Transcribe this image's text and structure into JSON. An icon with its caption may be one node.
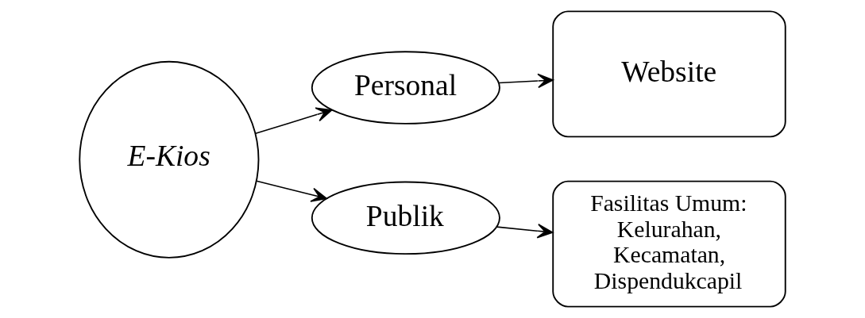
{
  "diagram": {
    "nodes": [
      {
        "text": [
          "E-Kios"
        ]
      },
      {
        "text": [
          "Personal"
        ]
      },
      {
        "text": [
          "Publik"
        ]
      },
      {
        "text": [
          "Website"
        ]
      },
      {
        "text": [
          "Fasilitas Umum: Kelurahan, Kecamatan, Dispendukcapil"
        ]
      }
    ],
    "edges": [
      {
        "from": 0,
        "to": 1,
        "arrow": "to"
      },
      {
        "from": 0,
        "to": 2,
        "arrow": "to"
      },
      {
        "from": 1,
        "to": 3,
        "arrow": "to"
      },
      {
        "from": 2,
        "to": 4,
        "arrow": "to"
      }
    ]
  }
}
